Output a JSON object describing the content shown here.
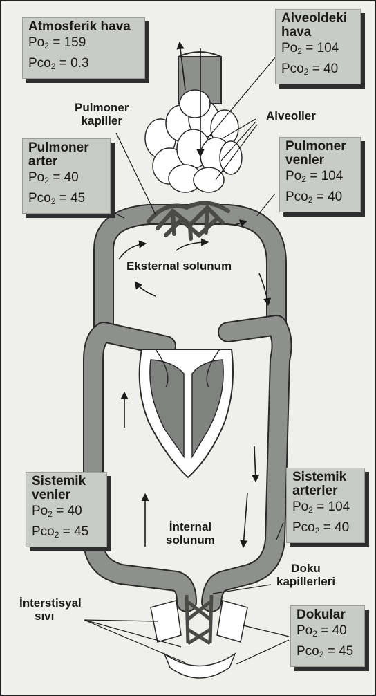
{
  "boxes": {
    "atm": {
      "title1": "Atmosferik hava",
      "title2": "",
      "po2": "159",
      "pco2": "0.3"
    },
    "alv": {
      "title1": "Alveoldeki",
      "title2": "hava",
      "po2": "104",
      "pco2": "40"
    },
    "pa": {
      "title1": "Pulmoner",
      "title2": "arter",
      "po2": "40",
      "pco2": "45"
    },
    "pv": {
      "title1": "Pulmoner",
      "title2": "venler",
      "po2": "104",
      "pco2": "40"
    },
    "sv": {
      "title1": "Sistemik",
      "title2": "venler",
      "po2": "40",
      "pco2": "45"
    },
    "sa": {
      "title1": "Sistemik",
      "title2": "arterler",
      "po2": "104",
      "pco2": "40"
    },
    "dok": {
      "title1": "Dokular",
      "title2": "",
      "po2": "40",
      "pco2": "45"
    }
  },
  "gas": {
    "po_symbol": "Po",
    "pco_symbol": "Pco",
    "subscript": "2",
    "equals": " = "
  },
  "labels": {
    "pulmoner_kapiller": [
      "Pulmoner",
      "kapiller"
    ],
    "alveoller": "Alveoller",
    "eksternal": "Eksternal solunum",
    "internal": [
      "İnternal",
      "solunum"
    ],
    "doku_kapillerleri": [
      "Doku",
      "kapillerleri"
    ],
    "interstisyal": [
      "İnterstisyal",
      "sıvı"
    ]
  },
  "colors": {
    "background": "#efefec",
    "box_fill": "#c8cbc6",
    "vessel": "#8e908d",
    "heart_chamber": "#808280",
    "capillary": "#4a4a48",
    "alveoli_fill": "#ffffff"
  }
}
